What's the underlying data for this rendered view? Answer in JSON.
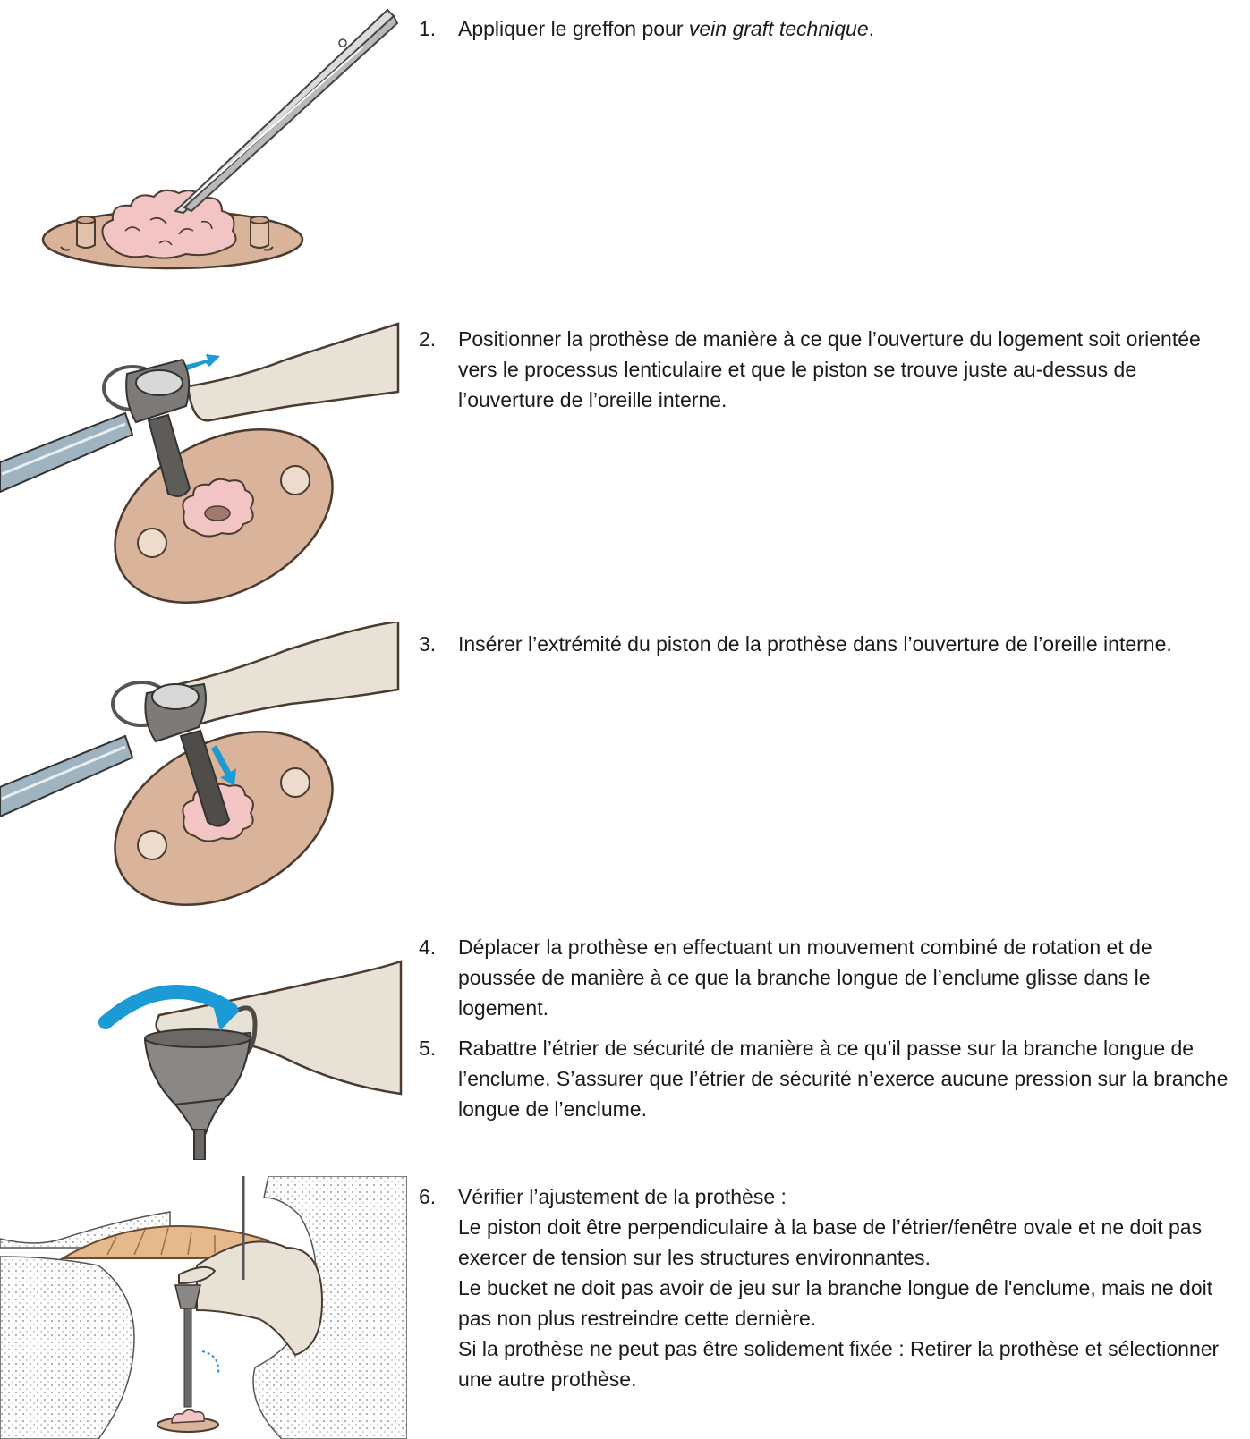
{
  "steps": [
    {
      "number": "1.",
      "text_before": "Appliquer le greffon pour ",
      "text_italic": "vein graft technique",
      "text_after": "."
    },
    {
      "number": "2.",
      "text": "Positionner la prothèse de manière à ce que l’ouverture du logement soit orientée vers le processus lenticulaire et que le piston se trouve juste au-dessus de l’ouverture de l’oreille interne."
    },
    {
      "number": "3.",
      "text": "Insérer l’extrémité du piston de la prothèse dans l’ouverture de l’oreille interne."
    },
    {
      "number": "4.",
      "text": "Déplacer la prothèse en effectuant un mouvement combiné de rotation et de poussée de manière à ce que la branche longue de l’enclume glisse dans le logement."
    },
    {
      "number": "5.",
      "text": "Rabattre l’étrier de sécurité de manière à ce qu’il passe sur la branche longue de l’enclume. S’assurer que l’étrier de sécurité n’exerce aucune pression sur la branche longue de l’enclume."
    },
    {
      "number": "6.",
      "lines": [
        "Vérifier l’ajustement de la prothèse :",
        "Le piston doit être perpendiculaire à la base de l’étrier/fenêtre ovale et ne doit pas exercer de tension sur les structures environnantes.",
        "Le bucket ne doit pas avoir de jeu sur la branche longue de l'enclume, mais ne doit pas non plus restreindre cette dernière.",
        "Si la prothèse ne peut pas être solidement fixée : Retirer la prothèse et sélectionner une autre prothèse."
      ]
    }
  ],
  "colors": {
    "tissue": "#d9b49a",
    "graft": "#f2c4c4",
    "bone": "#e8e2d6",
    "metal": "#7d7a78",
    "arrow": "#1c9ad6"
  }
}
